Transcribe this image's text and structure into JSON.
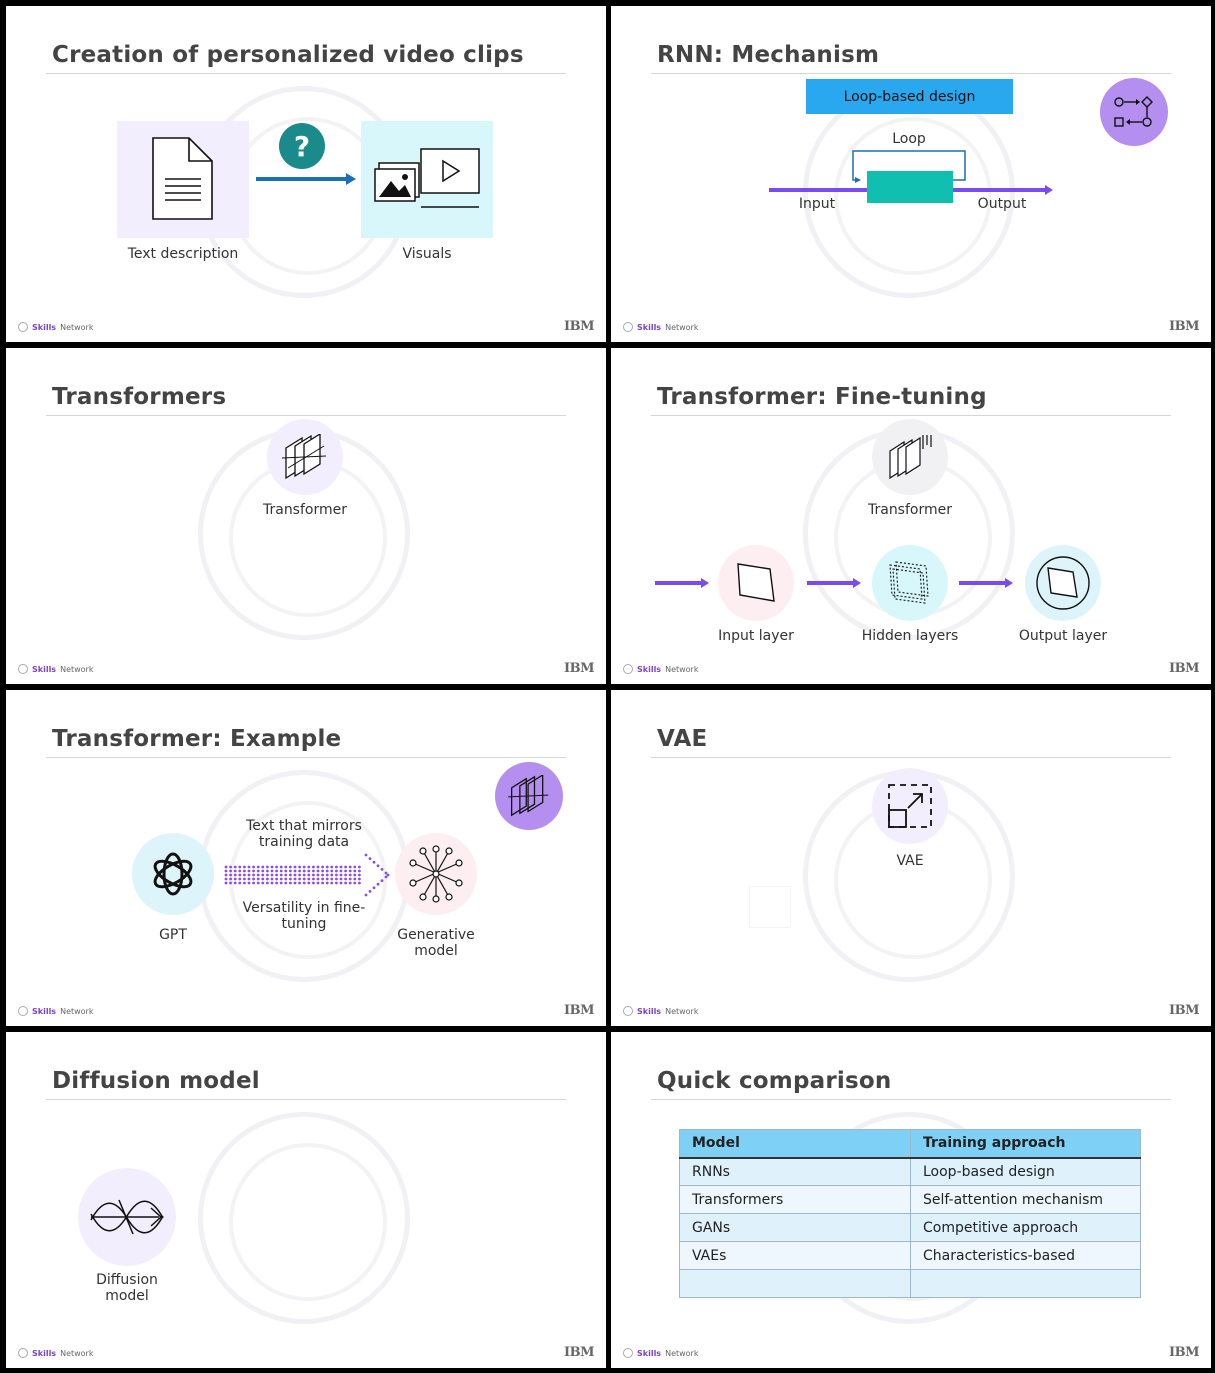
{
  "footer": {
    "brand_bold": "Skills",
    "brand_rest": "Network",
    "ibm": "IBM"
  },
  "slides": {
    "s1": {
      "title": "Creation of personalized video clips",
      "text_label": "Text description",
      "visuals_label": "Visuals"
    },
    "s2": {
      "title": "RNN: Mechanism",
      "banner": "Loop-based design",
      "loop": "Loop",
      "input": "Input",
      "output": "Output"
    },
    "s3": {
      "title": "Transformers",
      "label": "Transformer"
    },
    "s4": {
      "title": "Transformer: Fine-tuning",
      "transformer": "Transformer",
      "input_layer": "Input layer",
      "hidden_layers": "Hidden layers",
      "output_layer": "Output layer"
    },
    "s5": {
      "title": "Transformer: Example",
      "gpt": "GPT",
      "text_top": "Text that mirrors training data",
      "text_bottom": "Versatility in fine-tuning",
      "generative": "Generative model"
    },
    "s6": {
      "title": "VAE",
      "label": "VAE"
    },
    "s7": {
      "title": "Diffusion model",
      "label": "Diffusion model"
    },
    "s8": {
      "title": "Quick comparison",
      "headers": [
        "Model",
        "Training approach"
      ],
      "rows": [
        [
          "RNNs",
          "Loop-based design"
        ],
        [
          "Transformers",
          "Self-attention mechanism"
        ],
        [
          "GANs",
          "Competitive approach"
        ],
        [
          "VAEs",
          "Characteristics-based"
        ],
        [
          "",
          ""
        ]
      ]
    }
  },
  "colors": {
    "purple": "#7a4cf0",
    "blue_arrow": "#1b6fb8",
    "teal": "#11bfb0",
    "banner": "#29a8f0",
    "light_purple": "#f3eefd",
    "light_cyan": "#d7f7fb"
  }
}
